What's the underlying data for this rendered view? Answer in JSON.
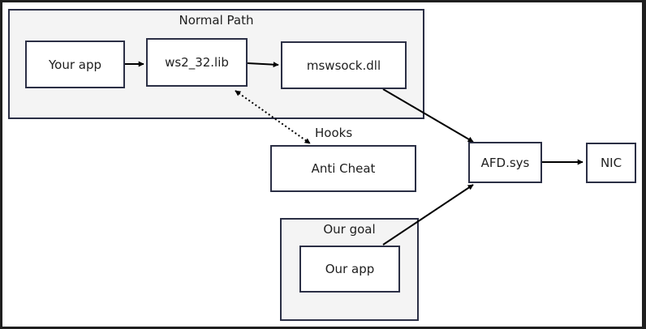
{
  "clusters": {
    "normal_path": {
      "title": "Normal Path"
    },
    "our_goal": {
      "title": "Our goal"
    }
  },
  "nodes": {
    "your_app": "Your app",
    "ws2_32": "ws2_32.lib",
    "mswsock": "mswsock.dll",
    "anti_cheat": "Anti Cheat",
    "afd_sys": "AFD.sys",
    "nic": "NIC",
    "our_app": "Our app"
  },
  "edge_labels": {
    "hooks": "Hooks"
  },
  "colors": {
    "stroke": "#2b2f45",
    "cluster_fill": "#f4f4f4",
    "node_fill": "#ffffff",
    "edge": "#000000"
  }
}
